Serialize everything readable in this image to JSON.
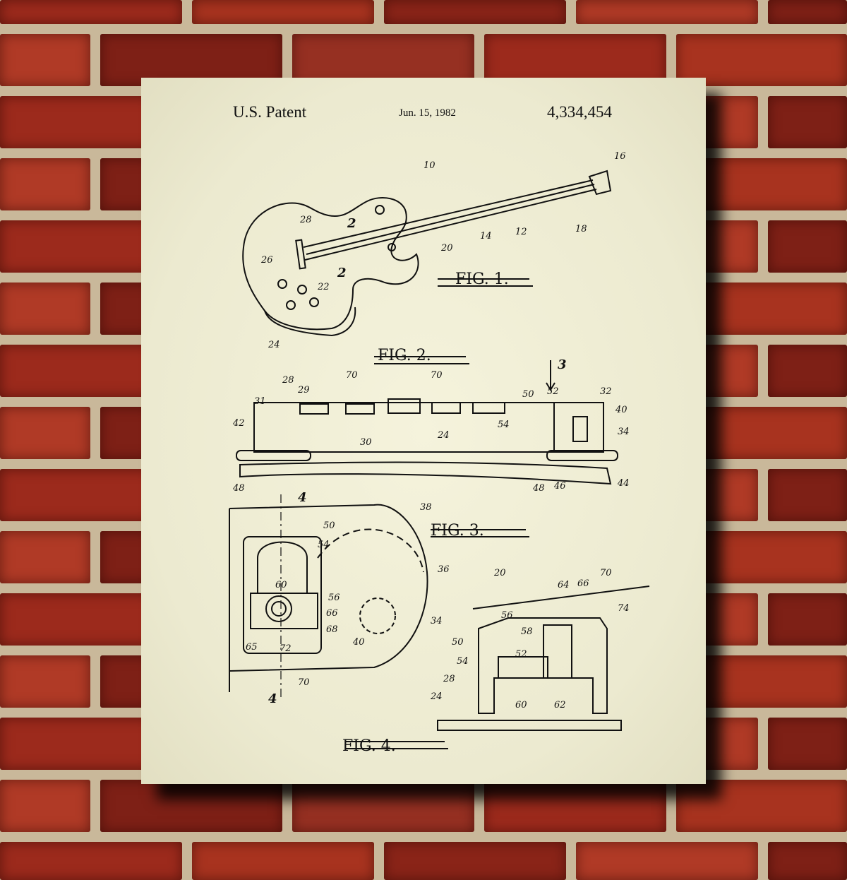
{
  "poster": {
    "header": {
      "left": "U.S. Patent",
      "date": "Jun. 15, 1982",
      "number": "4,334,454"
    },
    "figures": [
      "FIG. 1.",
      "FIG. 2.",
      "FIG. 3.",
      "FIG. 4."
    ],
    "reference_labels": {
      "fig1": [
        "10",
        "16",
        "28",
        "2",
        "26",
        "22",
        "2",
        "24",
        "20",
        "14",
        "12",
        "18"
      ],
      "fig2": [
        "3",
        "31",
        "28",
        "29",
        "70",
        "70",
        "50",
        "52",
        "32",
        "40",
        "42",
        "30",
        "24",
        "54",
        "34",
        "48",
        "48",
        "46",
        "44"
      ],
      "fig3": [
        "4",
        "38",
        "50",
        "54",
        "36",
        "60",
        "56",
        "66",
        "68",
        "65",
        "72",
        "34",
        "40",
        "70",
        "4"
      ],
      "fig4": [
        "20",
        "64",
        "66",
        "70",
        "56",
        "74",
        "58",
        "50",
        "52",
        "54",
        "28",
        "24",
        "60",
        "62"
      ]
    }
  },
  "colors": {
    "paper": "#f0eed6",
    "ink": "#111111",
    "brick": "#9c2a1c",
    "mortar": "#c9b89a"
  }
}
